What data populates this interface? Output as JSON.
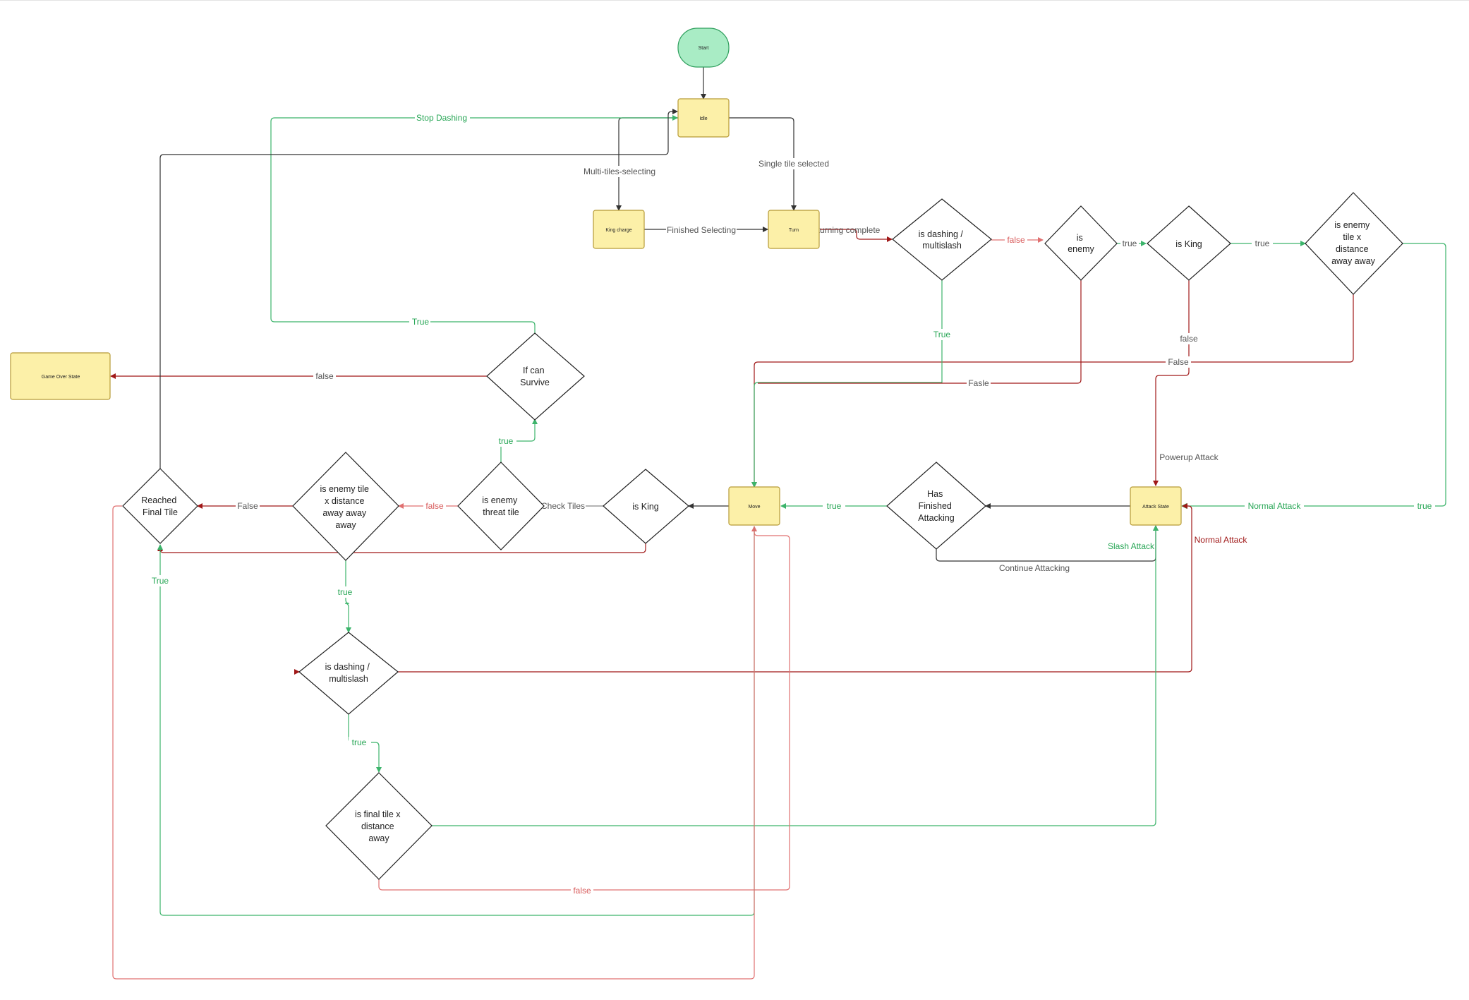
{
  "colors": {
    "box_fill": "#fcf0a8",
    "box_stroke": "#b69a36",
    "start_fill": "#a9ecc5",
    "start_stroke": "#2e9e5c",
    "diamond_stroke": "#1f1f1f",
    "edge_black": "#333333",
    "edge_green": "#3cb46b",
    "edge_dark_red": "#a01818",
    "edge_light_red": "#e07070",
    "label_gray": "#555555",
    "label_green": "#27a655",
    "label_red": "#d85a5a",
    "label_dark_red": "#a01818"
  },
  "nodes": {
    "start": "Start",
    "idle": "Idle",
    "king_charge": "King charge",
    "turn": "Turn",
    "dash_check_1": [
      "is dashing /",
      "multislash"
    ],
    "is_enemy": [
      "is",
      "enemy"
    ],
    "is_king_1": [
      "is King"
    ],
    "enemy_tile_1": [
      "is enemy",
      "tile x",
      "distance",
      "away away"
    ],
    "attack_state": "Attack State",
    "has_finished": [
      "Has",
      "Finished",
      "Attacking"
    ],
    "move": "Move",
    "is_king_2": [
      "is King"
    ],
    "threat_tile": [
      "is enemy",
      "threat tile"
    ],
    "enemy_tile_2": [
      "is enemy tile",
      "x distance",
      "away away",
      "away"
    ],
    "reached_final": [
      "Reached",
      "Final Tile"
    ],
    "if_can_survive": [
      "If can",
      "Survive"
    ],
    "game_over": "Game Over State",
    "dash_check_2": [
      "is dashing /",
      "multislash"
    ],
    "final_tile": [
      "is final tile x",
      "distance",
      "away"
    ]
  },
  "edge_labels": {
    "stop_dashing": "Stop Dashing",
    "multi_tiles": "Multi-tiles-selecting",
    "single_tile": "Single tile selected",
    "finished_selecting": "Finished Selecting",
    "turning_complete": "turning complete",
    "false_1": "false",
    "true_1": "true",
    "true_2": "true",
    "true_dash": "True",
    "false_king": "false",
    "false_big": "False",
    "fasle": "Fasle",
    "powerup_attack": "Powerup  Attack",
    "normal_attack_green": "Normal Attack",
    "true_right": "true",
    "slash_attack": "Slash Attack",
    "normal_attack_red": "Normal Attack",
    "continue_attacking": "Continue Attacking",
    "true_move": "true",
    "check_tiles": "Check Tiles",
    "false_threat": "false",
    "false_reach": "False",
    "true_survive_top": "True",
    "false_survive": "false",
    "true_threat": "true",
    "true_final_reach": "True",
    "true_tile2": "true",
    "true_dash2": "true",
    "false_final": "false"
  }
}
